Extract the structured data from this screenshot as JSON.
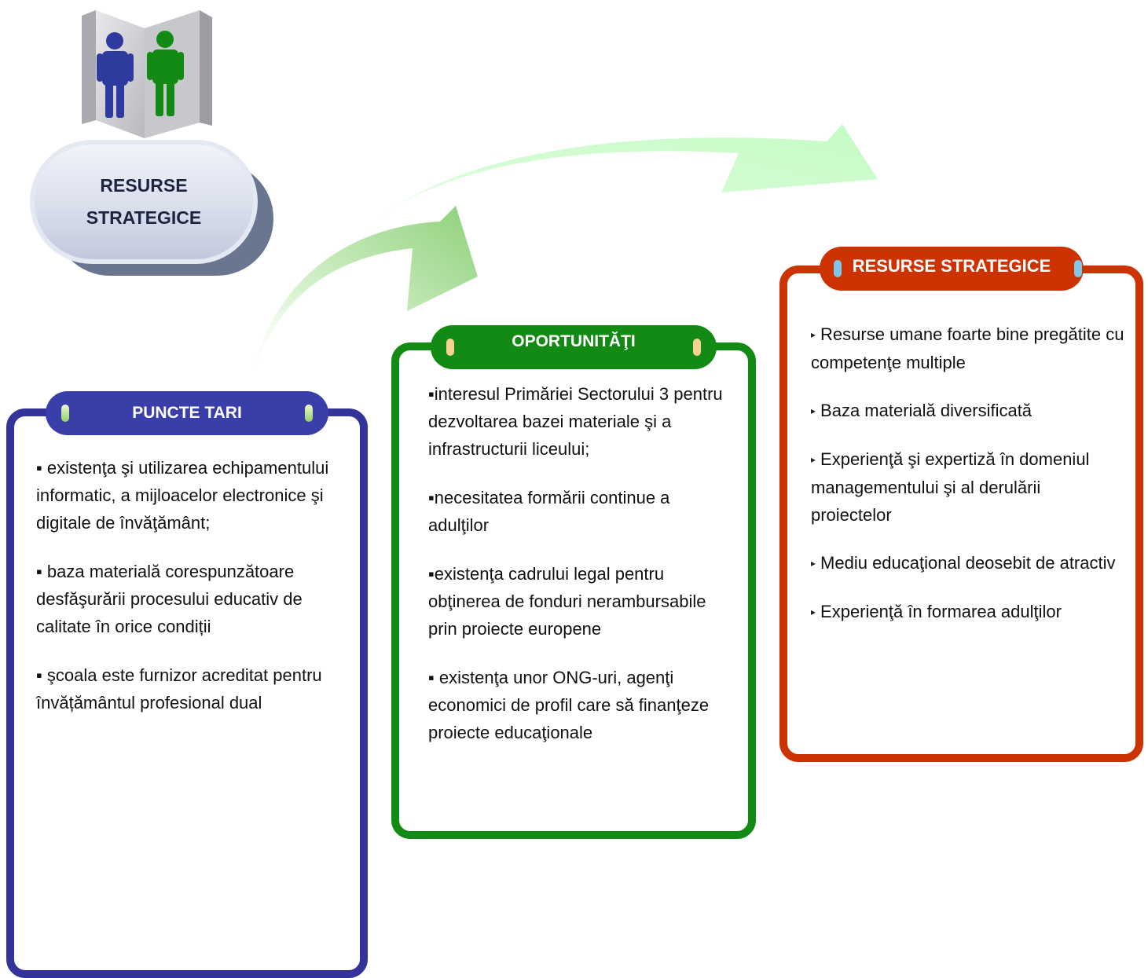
{
  "title": {
    "line1": "RESURSE",
    "line2": "STRATEGICE"
  },
  "puncte_tari": {
    "header": "PUNCTE TARI",
    "items": [
      "▪ existenţa şi utilizarea echipamentului informatic, a mijloacelor electronice şi digitale de învăţământ;",
      "▪ baza materială corespunzătoare desfăşurării procesului educativ de calitate în orice condiții",
      "▪ şcoala este furnizor acreditat pentru învățământul profesional dual"
    ]
  },
  "oportunitati": {
    "header": "OPORTUNITĂŢI",
    "items": [
      "▪interesul  Primăriei Sectorului 3 pentru dezvoltarea bazei materiale şi a infrastructurii liceului;",
      "▪necesitatea formării continue a adulţilor",
      "▪existenţa cadrului legal pentru obţinerea de fonduri nerambursabile prin proiecte europene",
      "▪ existenţa unor ONG-uri, agenţi economici de profil care să finanţeze proiecte educaţionale"
    ]
  },
  "resurse_strategice": {
    "header": "RESURSE STRATEGICE",
    "items": [
      "Resurse umane foarte bine pregătite cu competenţe multiple",
      "Baza materială diversificată",
      "Experienţă şi expertiză în domeniul managementului şi al derulării proiectelor",
      "Mediu educaţional deosebit de atractiv",
      "Experienţă în formarea adulţilor"
    ]
  },
  "colors": {
    "blue": "#333399",
    "green": "#138a13",
    "red": "#cc3300",
    "arrow_green": "#8ed07a",
    "arrow_light": "#c9fbc9"
  },
  "icons": [
    "people-icon",
    "triangle-bullet-icon",
    "curved-arrow-icon"
  ]
}
